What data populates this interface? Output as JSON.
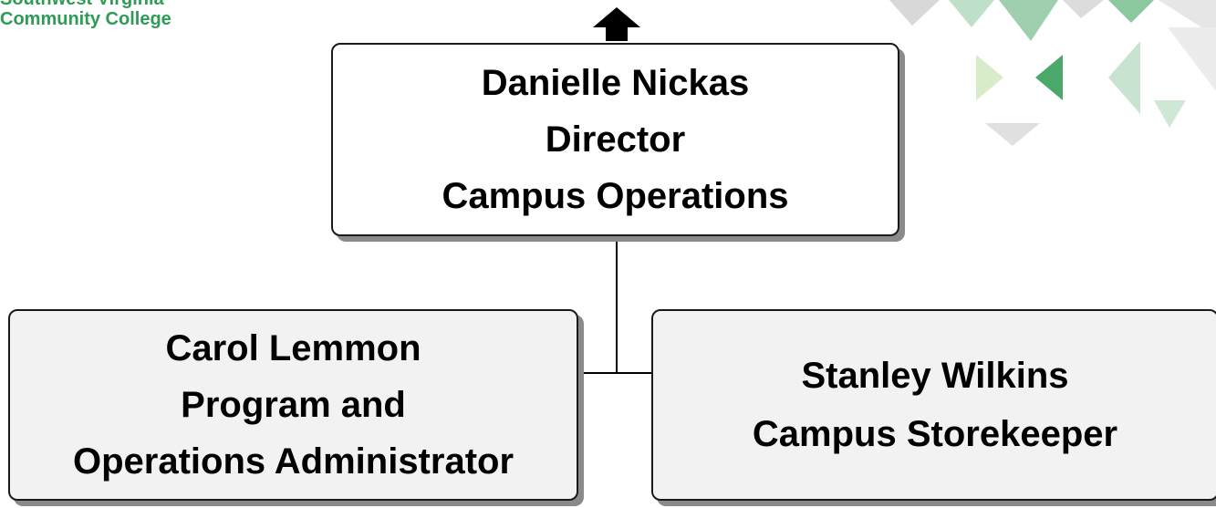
{
  "logo": {
    "line1": "Southwest Virginia",
    "line2": "Community College",
    "color": "#2e9b57"
  },
  "chart": {
    "top": {
      "name": "Danielle Nickas",
      "title1": "Director",
      "title2": "Campus Operations"
    },
    "left": {
      "name": "Carol Lemmon",
      "title1": "Program and",
      "title2": "Operations Administrator"
    },
    "right": {
      "name": "Stanley Wilkins",
      "title1": "Campus Storekeeper"
    }
  }
}
